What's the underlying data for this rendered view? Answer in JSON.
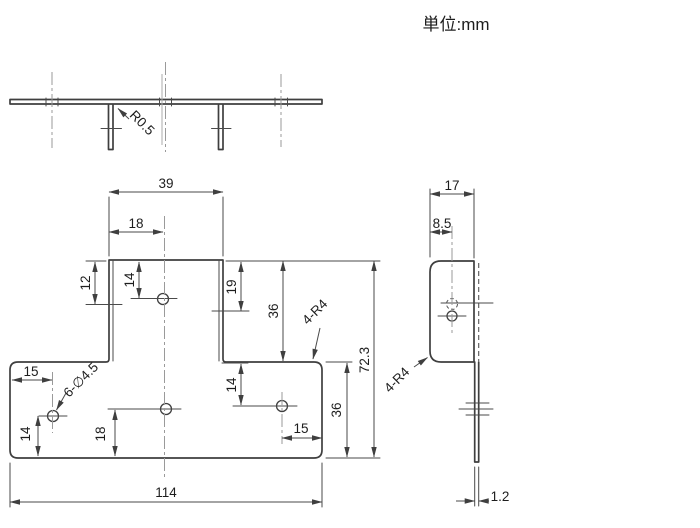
{
  "title": {
    "unit_label": "単位:mm"
  },
  "top_view": {
    "bend_radius_label": "R0.5"
  },
  "front_view": {
    "tab_width": "39",
    "tab_hole_offset": "18",
    "flange_hole_depth": "12",
    "tab_hole_depth": "14",
    "right_tab_depth": "19",
    "upper_height": "36",
    "corner_radius_label": "4-R4",
    "overall_height": "72.3",
    "left_hole_inset": "15",
    "hole_spec": "6-∅4.5",
    "left_hole_height": "14",
    "center_hole_height": "18",
    "right_hole_depth": "14",
    "right_hole_inset": "15",
    "lower_height": "36",
    "overall_width": "114"
  },
  "side_view": {
    "flange_width": "17",
    "hole_offset": "8.5",
    "corner_radius_label": "4-R4",
    "thickness": "1.2"
  },
  "colors": {
    "line": "#3f3f3f",
    "centerline": "#9a9a9a",
    "text": "#1d1d1d",
    "background": "#ffffff"
  }
}
